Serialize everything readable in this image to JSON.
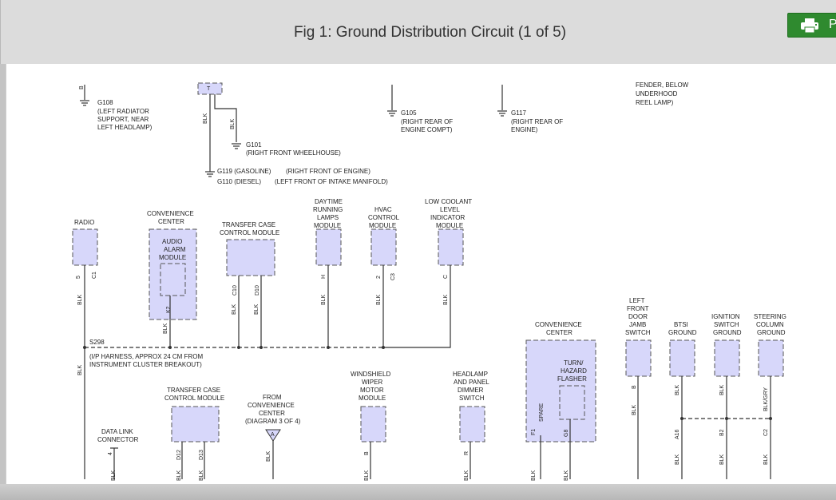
{
  "header": {
    "title": "Fig 1: Ground Distribution Circuit (1 of 5)",
    "print_label": "P"
  },
  "diagram": {
    "g108": [
      "G108",
      "(LEFT RADIATOR",
      "SUPPORT, NEAR",
      "LEFT HEADLAMP)"
    ],
    "g101": [
      "G101",
      "(RIGHT FRONT WHEELHOUSE)"
    ],
    "g119": "G119 (GASOLINE)",
    "g119_loc": "(RIGHT FRONT OF ENGINE)",
    "g110": "G110 (DIESEL)",
    "g110_loc": "(LEFT FRONT OF INTAKE MANIFOLD)",
    "g105": [
      "G105",
      "(RIGHT REAR OF",
      "ENGINE COMPT)"
    ],
    "g117": [
      "G117",
      "(RIGHT REAR OF",
      "ENGINE)"
    ],
    "fender_note": [
      "FENDER, BELOW",
      "UNDERHOOD",
      "REEL LAMP)"
    ],
    "top_pin": "B",
    "top_conn": "T",
    "wire_blk": "BLK",
    "radio": "RADIO",
    "radio_pins": [
      "5",
      "C1"
    ],
    "conv_center": [
      "CONVENIENCE",
      "CENTER"
    ],
    "audio_alarm": [
      "AUDIO",
      "ALARM",
      "MODULE"
    ],
    "audio_pin": "K2",
    "tccm": [
      "TRANSFER CASE",
      "CONTROL MODULE"
    ],
    "tccm_pins": [
      "C10",
      "D10"
    ],
    "drl": [
      "DAYTIME",
      "RUNNING",
      "LAMPS",
      "MODULE"
    ],
    "drl_pin": "H",
    "hvac": [
      "HVAC",
      "CONTROL",
      "MODULE"
    ],
    "hvac_pins": [
      "2",
      "C3"
    ],
    "lcl": [
      "LOW COOLANT",
      "LEVEL",
      "INDICATOR",
      "MODULE"
    ],
    "lcl_pin": "C",
    "splice": "S298",
    "splice_note": [
      "(I/P HARNESS, APPROX 24 CM FROM",
      "INSTRUMENT CLUSTER BREAKOUT)"
    ],
    "dlc": [
      "DATA LINK",
      "CONNECTOR"
    ],
    "dlc_pin": "4",
    "tccm2": [
      "TRANSFER CASE",
      "CONTROL MODULE"
    ],
    "tccm2_pins": [
      "D12",
      "D13"
    ],
    "from_conv": [
      "FROM",
      "CONVENIENCE",
      "CENTER",
      "(DIAGRAM 3 OF 4)"
    ],
    "from_ref": "A",
    "wiper": [
      "WINDSHIELD",
      "WIPER",
      "MOTOR",
      "MODULE"
    ],
    "wiper_pin": "B",
    "dimmer": [
      "HEADLAMP",
      "AND PANEL",
      "DIMMER",
      "SWITCH"
    ],
    "dimmer_pin": "R",
    "conv2": [
      "CONVENIENCE",
      "CENTER"
    ],
    "flasher": [
      "TURN/",
      "HAZARD",
      "FLASHER"
    ],
    "conv2_pins": [
      "F1",
      "SPARE",
      "G8"
    ],
    "jamb": [
      "LEFT",
      "FRONT",
      "DOOR",
      "JAMB",
      "SWITCH"
    ],
    "jamb_pin": "B",
    "btsi": [
      "BTSI",
      "GROUND"
    ],
    "ign": [
      "IGNITION",
      "SWITCH",
      "GROUND"
    ],
    "steer": [
      "STEERING",
      "COLUMN",
      "GROUND"
    ],
    "steer_wire": "BLK/GRY",
    "gnd_pins": [
      "A16",
      "B2",
      "C2"
    ]
  }
}
